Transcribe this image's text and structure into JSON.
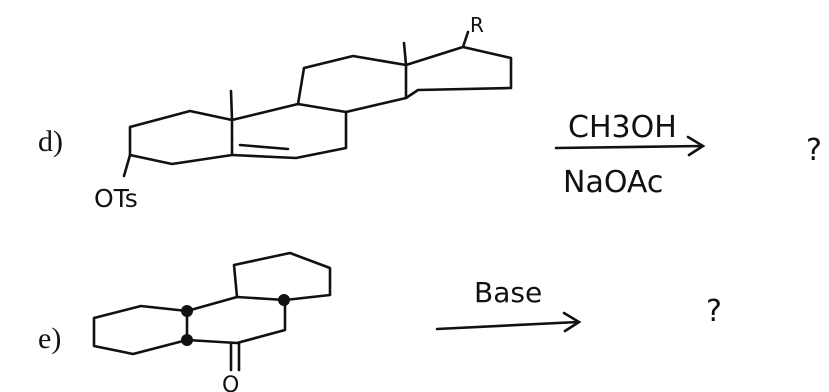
{
  "problems": [
    {
      "label": "d)",
      "substituent_top": "R",
      "substituent_bottom": "OTs",
      "reagent_above": "CH3OH",
      "reagent_below": "NaOAc",
      "product": "?"
    },
    {
      "label": "e)",
      "carbonyl_atom": "O",
      "reagent_above": "Base",
      "product": "?"
    }
  ],
  "colors": {
    "ink": "#111111",
    "background": "#ffffff"
  }
}
